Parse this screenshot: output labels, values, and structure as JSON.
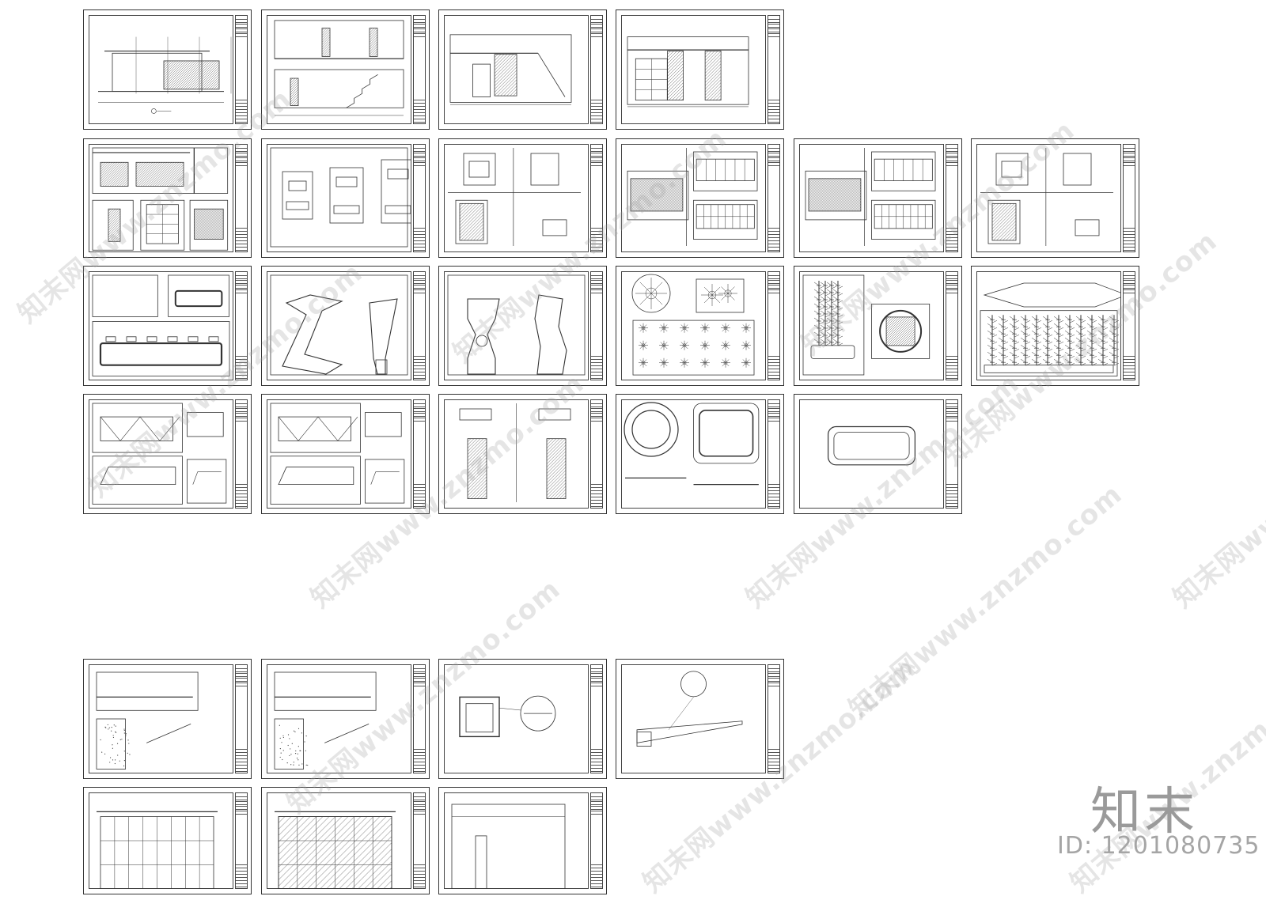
{
  "drawing_set": {
    "sheet_kinds": [
      "elevation",
      "section-stairs",
      "elevation-stepped",
      "elevation-columns",
      "elevation-details",
      "plan-boxes",
      "detail-grid",
      "elevation-panels",
      "elevation-panels",
      "detail-grid",
      "planter-plans",
      "sign-z",
      "sign-vase",
      "tree-planting",
      "bamboo-planter",
      "bamboo-hedge",
      "planter-elevations",
      "planter-elevations",
      "paving-details",
      "round-planter",
      "planter-outline",
      "ground-section",
      "ground-section",
      "manhole-detail",
      "drainage-slope",
      "facade-grid",
      "facade-hatched",
      "facade-outline"
    ],
    "background": "#ffffff",
    "line_color": "#333333"
  },
  "watermarks": {
    "text": "知末网www.znzmo.com",
    "color": "#a0a0a0"
  },
  "brand": {
    "logo_text": "知末",
    "id_text": "ID: 1201080735"
  }
}
